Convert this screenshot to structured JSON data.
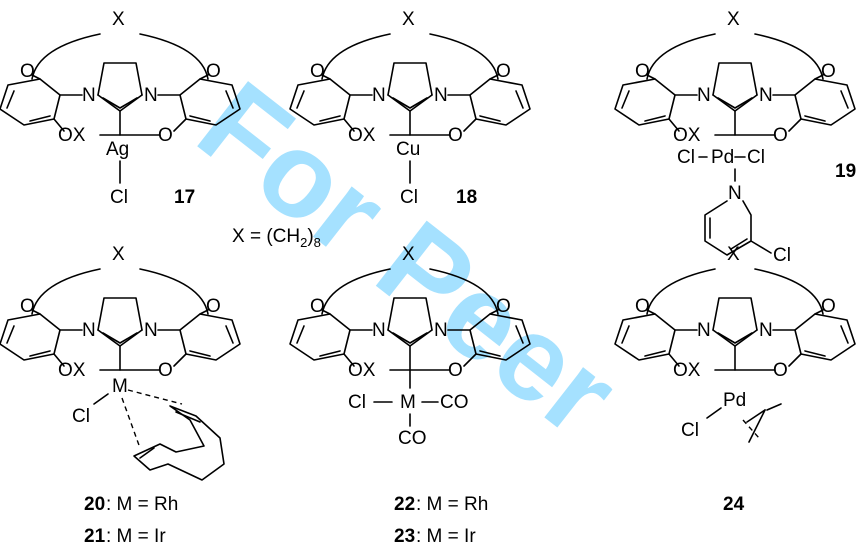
{
  "watermark": "For Peer",
  "definition": {
    "prefix": "X = (CH",
    "subscript1": "2",
    "suffix": ")",
    "subscript2": "8"
  },
  "atoms": {
    "X": "X",
    "O": "O",
    "N": "N",
    "OX": "OX",
    "Cl": "Cl",
    "Ag": "Ag",
    "Cu": "Cu",
    "Pd": "Pd",
    "M": "M",
    "CO": "CO"
  },
  "compounds": [
    {
      "id": "17",
      "metal": "Ag"
    },
    {
      "id": "18",
      "metal": "Cu"
    },
    {
      "id": "19",
      "metal": "Pd"
    },
    {
      "id": "20",
      "metal_text": ": M = Rh"
    },
    {
      "id": "21",
      "metal_text": ": M = Ir"
    },
    {
      "id": "22",
      "metal_text": ": M = Rh"
    },
    {
      "id": "23",
      "metal_text": ": M = Ir"
    },
    {
      "id": "24",
      "metal": "Pd"
    }
  ]
}
